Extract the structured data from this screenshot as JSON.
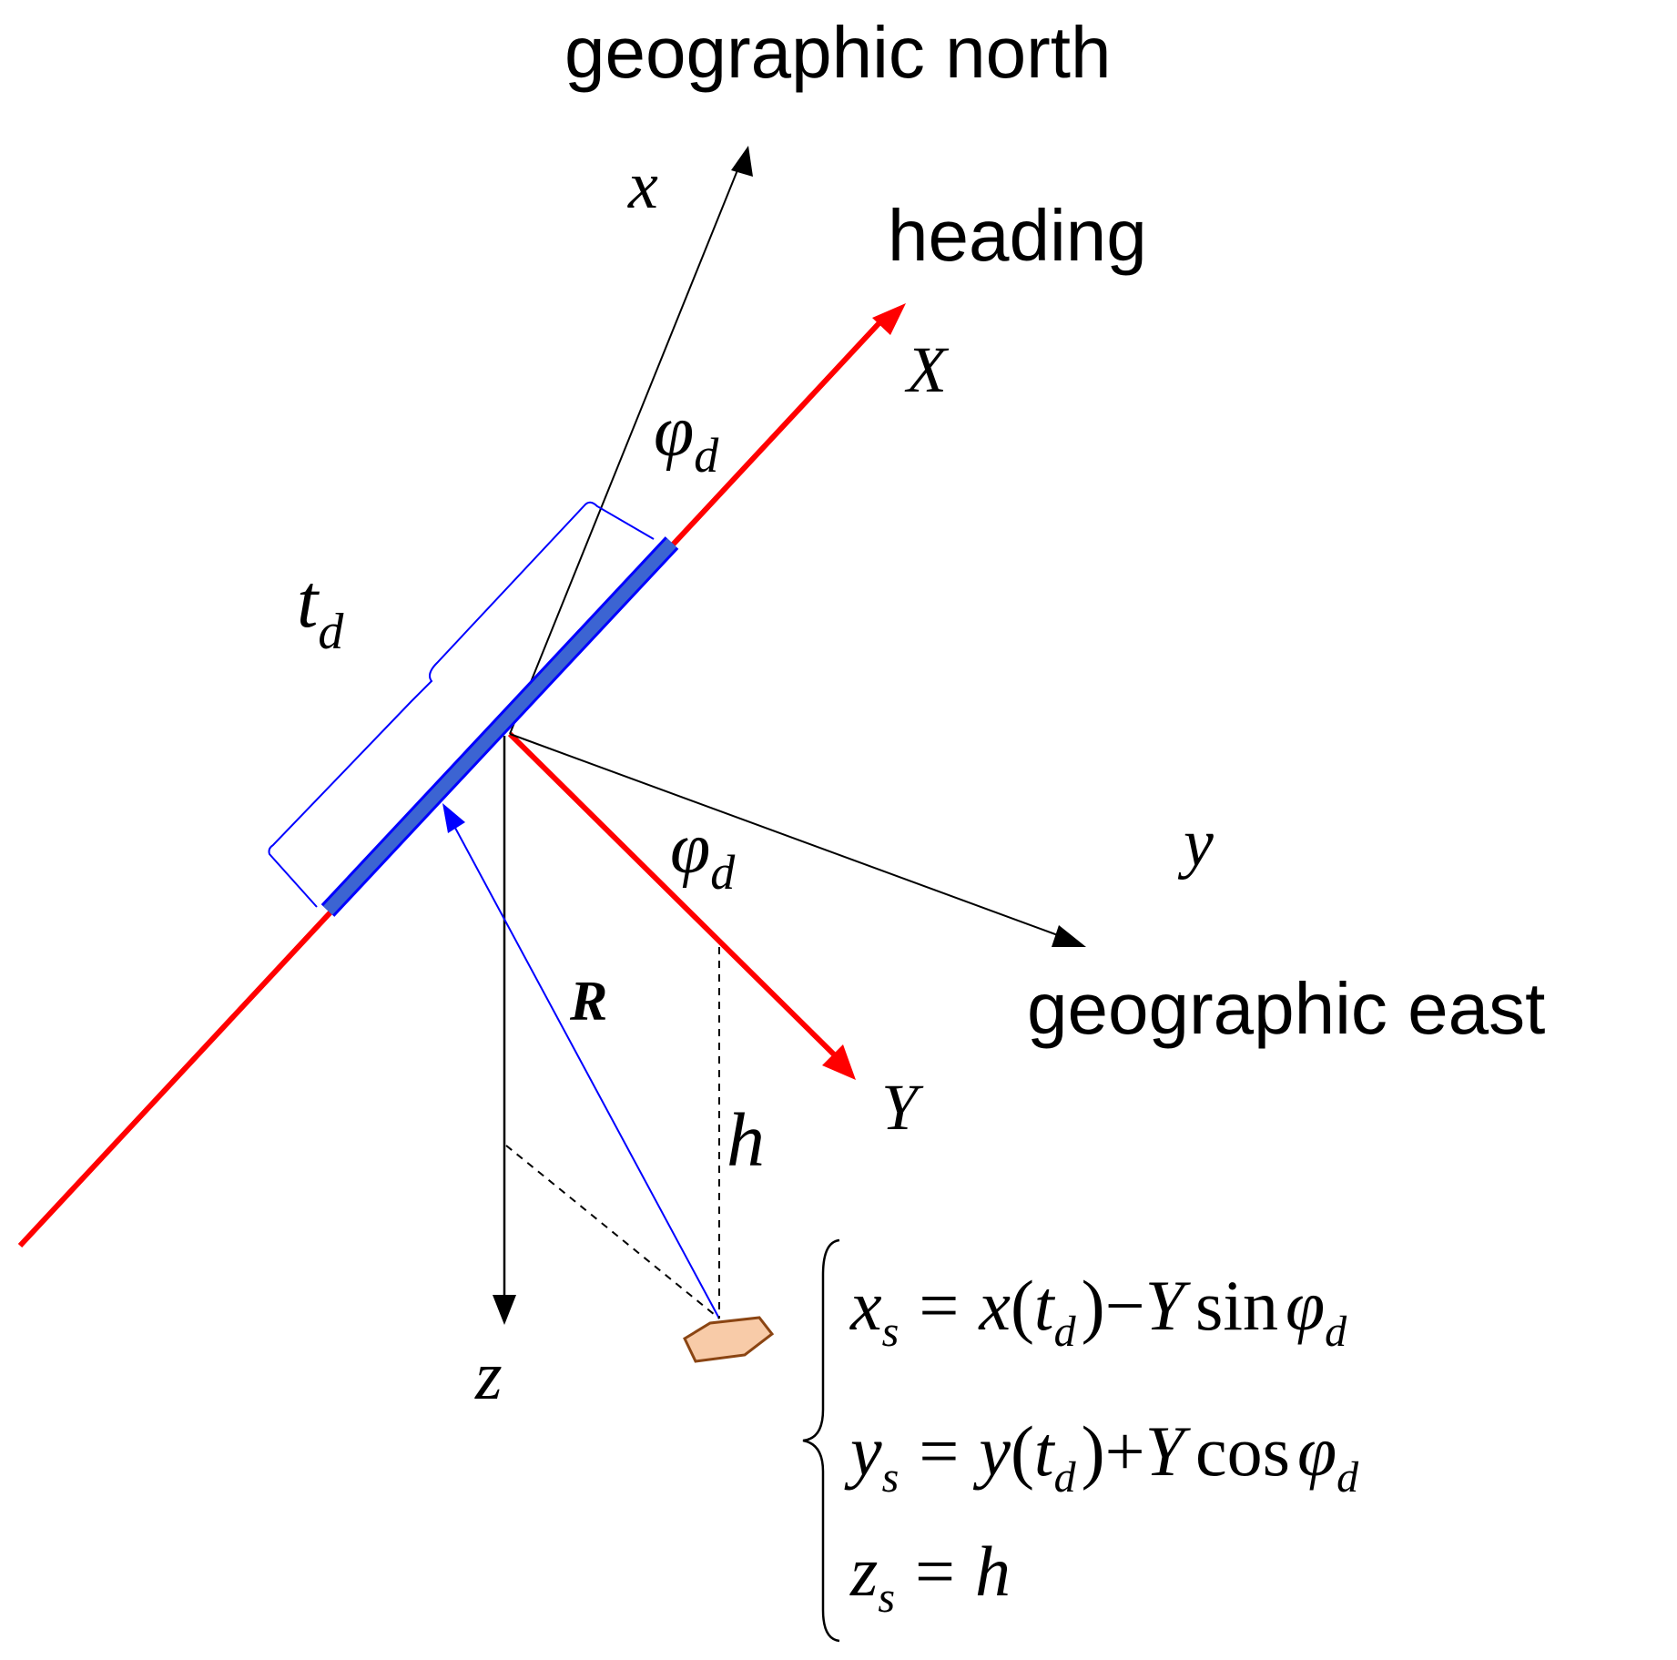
{
  "labels": {
    "geographic_north": "geographic north",
    "heading": "heading",
    "geographic_east": "geographic east",
    "axis_x": "x",
    "axis_X": "X",
    "axis_y": "y",
    "axis_Y": "Y",
    "axis_z": "z",
    "phi": "φ",
    "sub_d": "d",
    "t": "t",
    "R": "R",
    "h": "h"
  },
  "equations": {
    "line1": {
      "lhs": "x",
      "sub": "s",
      "eq": "=",
      "f": "x",
      "lp": "(",
      "t": "t",
      "tsub": "d",
      "rp": ")",
      "op": "−",
      "Y": "Y",
      "trig": "sin",
      "phi": "φ",
      "phisub": "d"
    },
    "line2": {
      "lhs": "y",
      "sub": "s",
      "eq": "=",
      "f": "y",
      "lp": "(",
      "t": "t",
      "tsub": "d",
      "rp": ")",
      "op": "+",
      "Y": "Y",
      "trig": "cos",
      "phi": "φ",
      "phisub": "d"
    },
    "line3": {
      "lhs": "z",
      "sub": "s",
      "eq": "=",
      "rhs": "h"
    }
  },
  "colors": {
    "track": "#ff0000",
    "antenna": "#3c64d2",
    "antenna_edge": "#0000ff",
    "range": "#0000ff",
    "axes": "#000000",
    "target_fill": "#f8cba8",
    "target_edge": "#8b4513"
  }
}
